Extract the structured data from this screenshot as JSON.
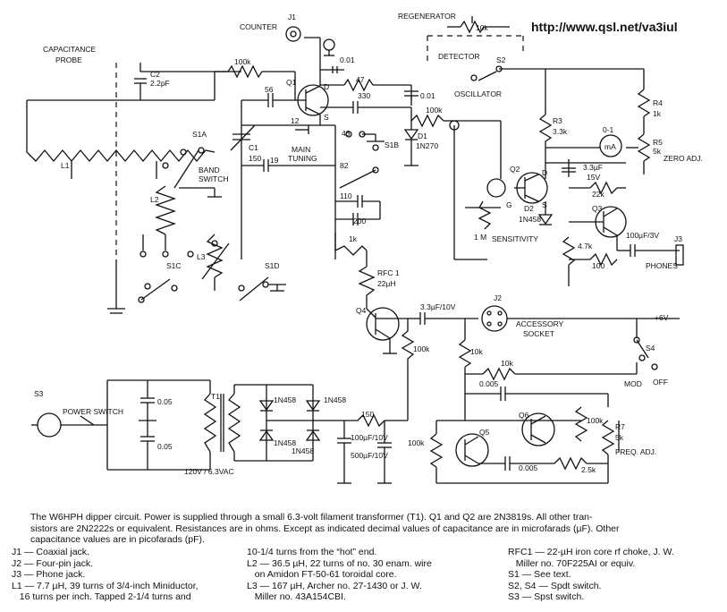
{
  "url": "http://www.qsl.net/va3iul",
  "labels": {
    "capacitance_probe": [
      "CAPACITANCE",
      "PROBE"
    ],
    "counter": "COUNTER",
    "j1": "J1",
    "regenerator": "REGENERATOR",
    "detector": "DETECTOR",
    "oscillator": "OSCILLATOR",
    "s2": "S2",
    "r10k_top": "10k",
    "c2": "C2",
    "c2_val": "2.2pF",
    "r100k_top": "100k",
    "c001_a": "0.01",
    "r47": "47",
    "c56": "56",
    "q1": "Q1",
    "c330": "330",
    "c001_b": "0.01",
    "r100k_mid": "100k",
    "d1": "D1",
    "d1_type": "1N270",
    "c12": "12",
    "c43": "43",
    "main_tuning": [
      "MAIN",
      "TUNING"
    ],
    "s1a": "S1A",
    "c1": "C1",
    "c1_val": "150",
    "s1b": "S1B",
    "band_switch": [
      "BAND",
      "SWITCH"
    ],
    "c19": "19",
    "c82": "82",
    "c110": "110",
    "c200": "200",
    "l1": "L1",
    "l2": "L2",
    "l3": "L3",
    "s1c": "S1C",
    "s1d": "S1D",
    "r1k": "1k",
    "rfc1": "RFC 1",
    "rfc1_val": "22µH",
    "q4": "Q4",
    "c33uf": "3.3µF/10V",
    "j2": "J2",
    "accessory_socket": [
      "ACCESSORY",
      "SOCKET"
    ],
    "r100k_q4": "100k",
    "r10k_q4": "10k",
    "r10k_mod": "10k",
    "c0005_a": "0.005",
    "c0005_b": "0.005",
    "r100k_q6": "100k",
    "r100k_q5": "100k",
    "q5_osc": "Q5",
    "q6": "Q6",
    "r7": "R7",
    "r7_val": "5k",
    "freq_adj": "FREQ. ADJ.",
    "r25k": "2.5k",
    "mod": "MOD",
    "off": "OFF",
    "s4": "S4",
    "plus6v": "+6V",
    "r3": "R3",
    "r3_val": "3.3k",
    "r4": "R4",
    "r4_val": "1k",
    "r5": "R5",
    "r5_val": "5k",
    "zero_adj": "ZERO ADJ.",
    "ma": "mA",
    "m01": "0-1",
    "c33uf_15v": "3.3µF",
    "c15v": "15V",
    "q2": "Q2",
    "d2": "D2",
    "d2_type": "1N458",
    "r22k": "22k",
    "q3": "Q3",
    "r47k": "4.7k",
    "c100uf": "100µF/3V",
    "r100": "100",
    "j3": "J3",
    "phones": "PHONES",
    "r1m": "1 M",
    "sensitivity": "SENSITIVITY",
    "pin_d": "D",
    "pin_s": "S",
    "pin_g": "G",
    "s3": "S3",
    "power_switch": "POWER SWITCH",
    "t1": "T1",
    "c005_a": "0.05",
    "c005_b": "0.05",
    "in458_a": "1N458",
    "in458_b": "1N458",
    "in458_c": "1N458",
    "in458_d": "1N458",
    "r150": "150",
    "c100uf10v": "100µF/10V",
    "c500uf10v": "500µF/10V",
    "mains": "120V / 6.3VAC"
  },
  "caption": {
    "intro": [
      "The W6HPH dipper circuit. Power is supplied through a small 6.3-volt filament transformer (T1). Q1 and Q2 are 2N3819s. All other tran-",
      "sistors are 2N2222s or equivalent. Resistances are in ohms. Except as indicated decimal values of capacitance are in microfarads (µF). Other",
      "capacitance values are in picofarads (pF)."
    ],
    "col1": [
      "J1 — Coaxial jack.",
      "J2 — Four-pin jack.",
      "J3 — Phone jack.",
      "L1 — 7.7 µH, 39 turns of 3/4-inch Miniductor,",
      "   16 turns per inch. Tapped 2-1/4 turns and"
    ],
    "col2": [
      "10-1/4 turns from the “hot” end.",
      "L2 — 36.5 µH, 22 turns of no. 30 enam. wire",
      "   on Amidon FT-50-61 toroidal core.",
      "L3 — 167 µH, Archer no. 27-1430 or J. W.",
      "   Miller no. 43A154CBI."
    ],
    "col3": [
      "RFC1 — 22-µH iron core rf choke, J. W.",
      "   Miller no. 70F225AI or equiv.",
      "S1 — See text.",
      "S2, S4 — Spdt switch.",
      "S3 — Spst switch."
    ]
  }
}
